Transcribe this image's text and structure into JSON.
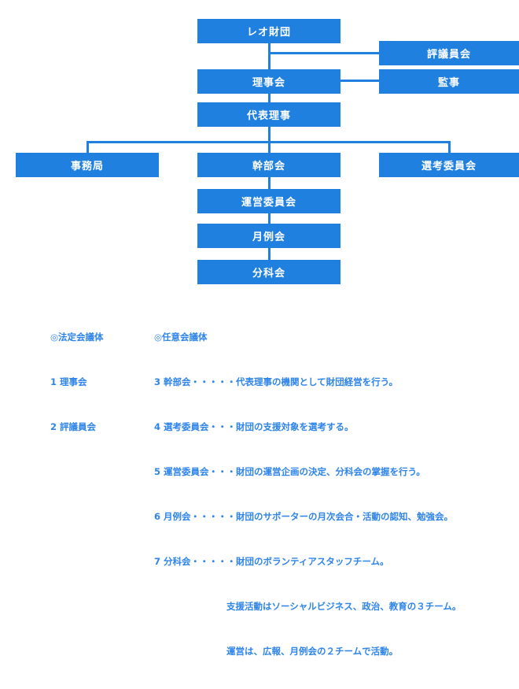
{
  "theme": {
    "box_fill": "#1F80DF",
    "box_text": "#FFFFFF",
    "line_color": "#1F80DF",
    "legend_text": "#2E84E8",
    "background": "#FFFFFF"
  },
  "chart": {
    "type": "org-chart",
    "title": "",
    "nodes": {
      "foundation": "レオ財団",
      "councilors": "評議員会",
      "board": "理事会",
      "auditor": "監事",
      "representative": "代表理事",
      "secretariat": "事務局",
      "executive": "幹部会",
      "selection": "選考委員会",
      "steering": "運営委員会",
      "monthly": "月例会",
      "subcommittee": "分科会"
    }
  },
  "legend": {
    "statutory": {
      "heading": "◎法定会議体",
      "items": [
        "1 理事会",
        "2 評議員会"
      ]
    },
    "voluntary": {
      "heading": "◎任意会議体",
      "items": [
        "3 幹部会・・・・・代表理事の機関として財団経営を行う。",
        "4 選考委員会・・・財団の支援対象を選考する。",
        "5 運営委員会・・・財団の運営企画の決定、分科会の掌握を行う。",
        "6 月例会・・・・・財団のサポーターの月次会合・活動の認知、勉強会。",
        "7 分科会・・・・・財団のボランティアスタッフチーム。"
      ],
      "continuation": [
        "支援活動はソーシャルビジネス、政治、教育の３チーム。",
        "運営は、広報、月例会の２チームで活動。"
      ]
    }
  }
}
